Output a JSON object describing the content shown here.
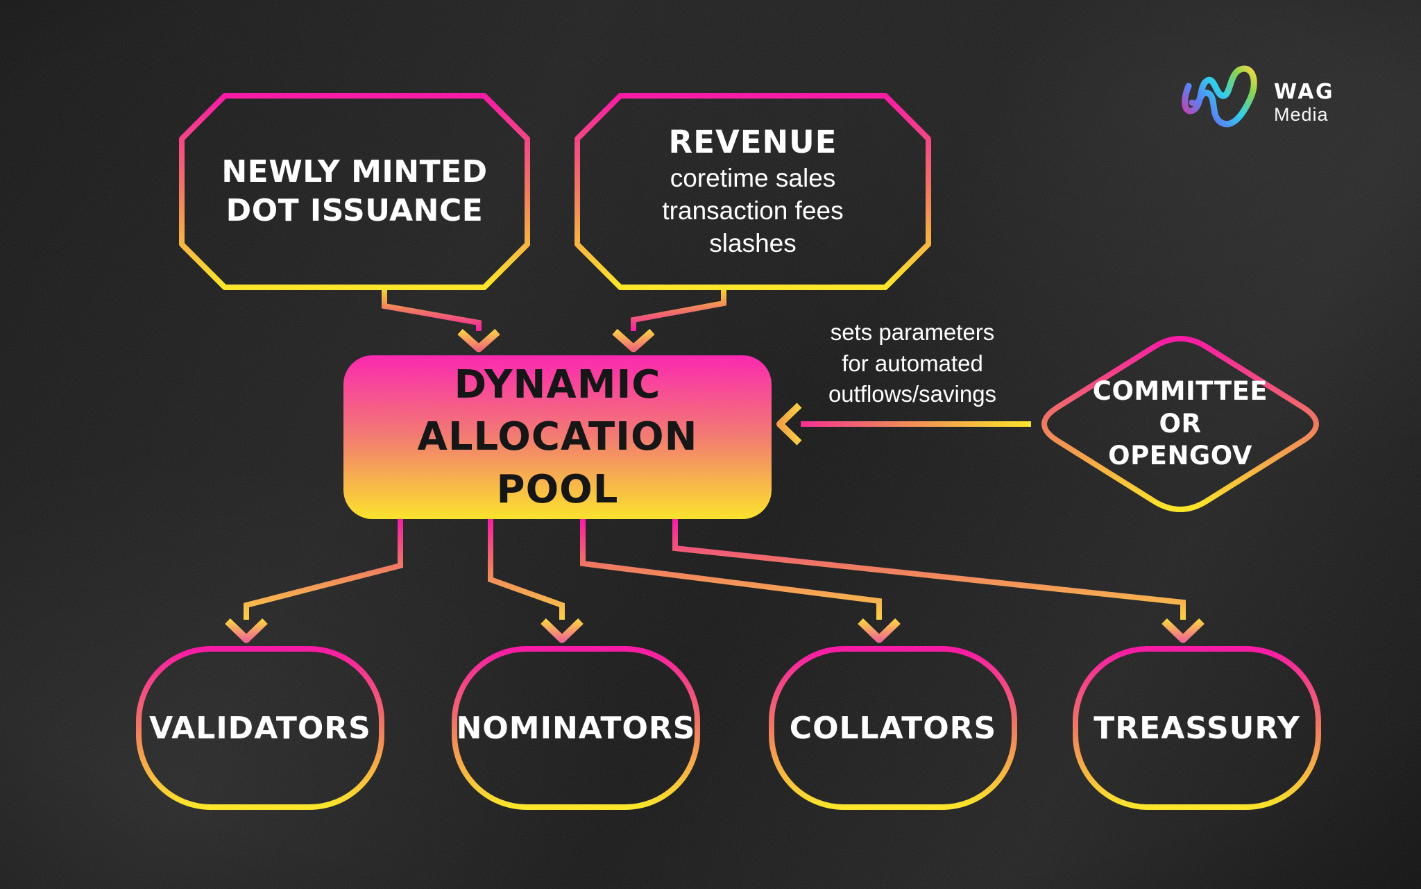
{
  "brand": {
    "name_bold": "WAG",
    "name_light": "Media"
  },
  "colors": {
    "background": "#1a1a1a",
    "accent_magenta": "#fb0da2",
    "accent_coral": "#f2705b",
    "accent_yellow": "#ffe81e",
    "text_light": "#ffffff",
    "pool_text": "#161616"
  },
  "nodes": {
    "issuance": {
      "lines": [
        "NEWLY MINTED",
        "DOT ISSUANCE"
      ]
    },
    "revenue": {
      "title": "REVENUE",
      "details": [
        "coretime sales",
        "transaction fees",
        "slashes"
      ]
    },
    "pool": {
      "lines": [
        "DYNAMIC",
        "ALLOCATION",
        "POOL"
      ]
    },
    "committee": {
      "lines": [
        "COMMITTEE",
        "OR",
        "OPENGOV"
      ]
    },
    "outputs": [
      "VALIDATORS",
      "NOMINATORS",
      "COLLATORS",
      "TREASSURY"
    ]
  },
  "edge_label": {
    "lines": [
      "sets parameters",
      "for automated",
      "outflows/savings"
    ]
  }
}
